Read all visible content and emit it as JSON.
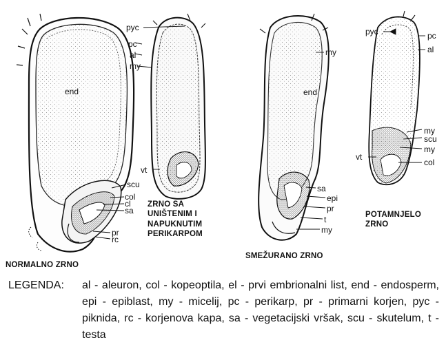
{
  "figure": {
    "panels": [
      {
        "caption": [
          "NORMALNO ZRNO"
        ],
        "labels": {
          "end": "end",
          "scu": "scu",
          "col": "col",
          "cl": "cl",
          "sa": "sa",
          "pr": "pr",
          "rc": "rc"
        }
      },
      {
        "caption": [
          "ZRNO SA",
          "UNIŠTENIM I",
          "NAPUKNUTIM",
          "PERIKARPOM"
        ],
        "labels": {
          "pyc": "pyc",
          "pc": "pc",
          "al": "al",
          "my": "my",
          "vt": "vt"
        }
      },
      {
        "caption": [
          "SMEŽURANO ZRNO"
        ],
        "labels": {
          "end": "end",
          "my": "my",
          "sa": "sa",
          "epi": "epi",
          "pr": "pr",
          "t": "t",
          "my2": "my"
        }
      },
      {
        "caption": [
          "POTAMNJELO",
          "ZRNO"
        ],
        "labels": {
          "pyc": "pyc",
          "pc": "pc",
          "al": "al",
          "my": "my",
          "scu": "scu",
          "my2": "my",
          "vt": "vt",
          "col": "col"
        }
      }
    ]
  },
  "legend": {
    "title": "LEGENDA:",
    "text": "al - aleuron, col - kopeoptila, el - prvi embrionalni list, end - endosperm, epi - epiblast, my - micelij, pc - perikarp, pr - primarni korjen, pyc - piknida, rc - korjenova kapa, sa - vegetacijski vršak, scu - skutelum, t - testa"
  }
}
